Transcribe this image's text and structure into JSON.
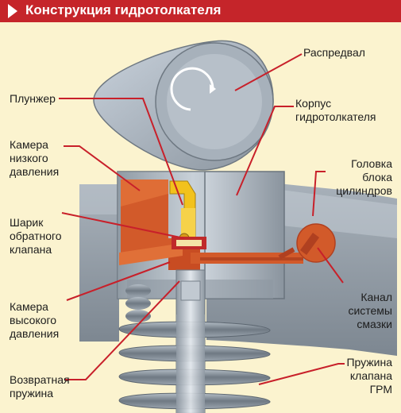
{
  "title": "Конструкция гидротолкателя",
  "labels": {
    "raspredval": [
      "Распредвал"
    ],
    "plunzher": [
      "Плунжер"
    ],
    "korpus": [
      "Корпус",
      "гидротолкателя"
    ],
    "kamera_nizkogo": [
      "Камера",
      "низкого",
      "давления"
    ],
    "golovka": [
      "Головка",
      "блока",
      "цилиндров"
    ],
    "sharik": [
      "Шарик",
      "обратного",
      "клапана"
    ],
    "kanal": [
      "Канал",
      "системы",
      "смазки"
    ],
    "kamera_vysokogo": [
      "Камера",
      "высокого",
      "давления"
    ],
    "vozvratnaya": [
      "Возвратная",
      "пружина"
    ],
    "pruzhina_grm": [
      "Пружина",
      "клапана",
      "ГРМ"
    ]
  },
  "colors": {
    "title_bar": "#c5252a",
    "background": "#fbf3cf",
    "leader_lines": "#c8202a",
    "oil": "#d25a2a",
    "metal": "#9fa9b3",
    "plunger_yellow": "#f2c21d"
  }
}
